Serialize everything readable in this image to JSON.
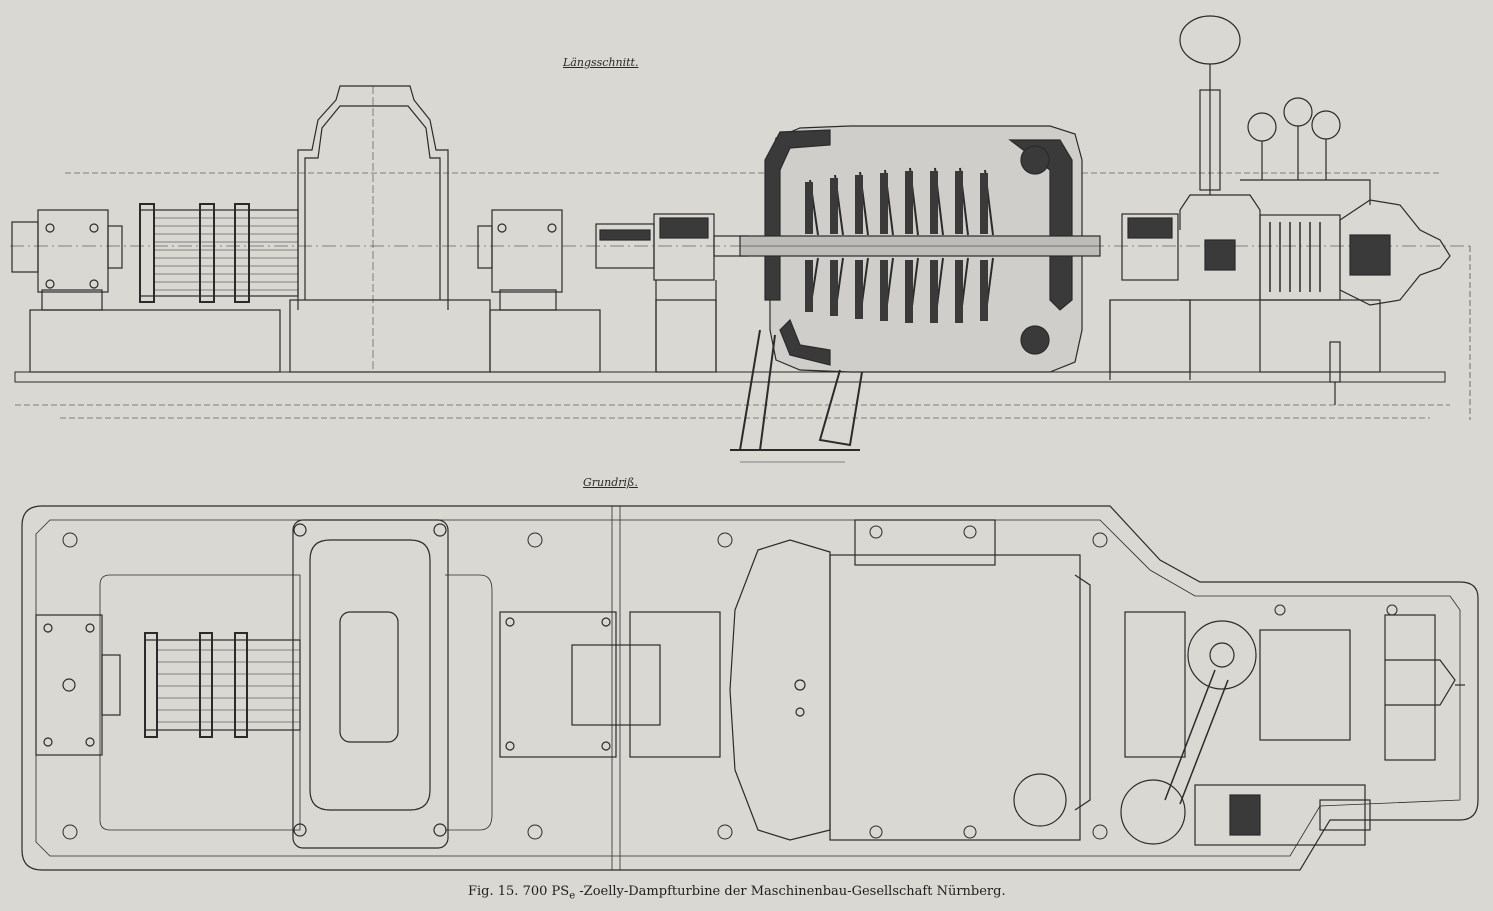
{
  "labels": {
    "longitudinal_section": "Längsschnitt.",
    "plan_view": "Grundriß."
  },
  "caption": {
    "prefix": "Fig. 15.",
    "power": "700 PS",
    "power_subscript": "e",
    "rest": "-Zoelly-Dampfturbine der Maschinenbau-Gesellschaft Nürnberg."
  },
  "colors": {
    "paper": "#d9d8d3",
    "ink": "#2b2b2b",
    "section_fill": "#3a3a3a"
  }
}
